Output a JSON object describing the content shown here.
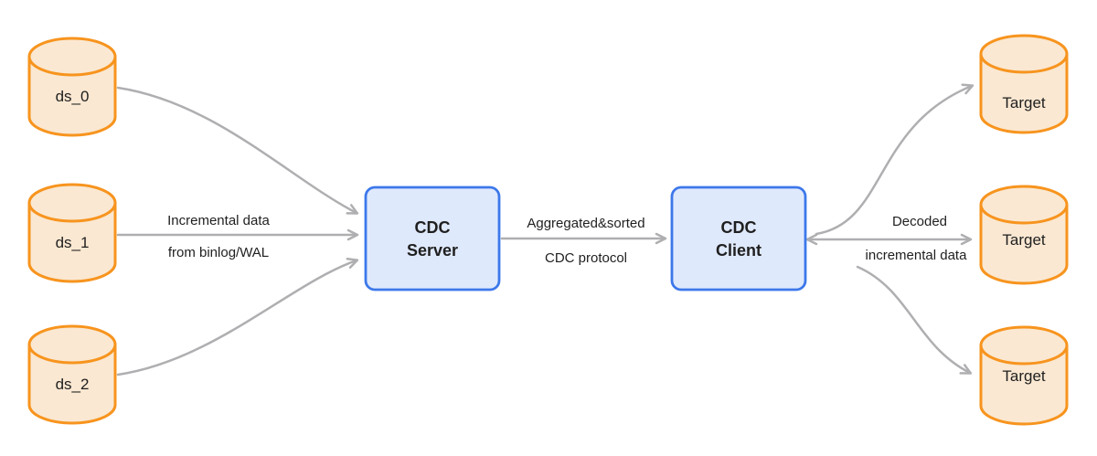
{
  "colors": {
    "background": "#ffffff",
    "db_fill": "#fae8d2",
    "db_stroke": "#f7941e",
    "box_fill": "#dfe9fc",
    "box_stroke": "#3c78ea",
    "arrow": "#afafb2",
    "text": "#1f1f1f"
  },
  "nodes": {
    "sources": [
      {
        "label": "ds_0",
        "type": "database"
      },
      {
        "label": "ds_1",
        "type": "database"
      },
      {
        "label": "ds_2",
        "type": "database"
      }
    ],
    "cdc_server": {
      "label_lines": [
        "CDC",
        "Server"
      ]
    },
    "cdc_client": {
      "label_lines": [
        "CDC",
        "Client"
      ]
    },
    "targets": [
      {
        "label": "Target",
        "type": "database"
      },
      {
        "label": "Target",
        "type": "database"
      },
      {
        "label": "Target",
        "type": "database"
      }
    ]
  },
  "edge_labels": {
    "sources_to_server": {
      "line1": "Incremental data",
      "line2": "from binlog/WAL"
    },
    "server_to_client": {
      "line1": "Aggregated&sorted",
      "line2": "CDC protocol"
    },
    "client_to_targets": {
      "line1": "Decoded",
      "line2": "incremental data"
    }
  }
}
